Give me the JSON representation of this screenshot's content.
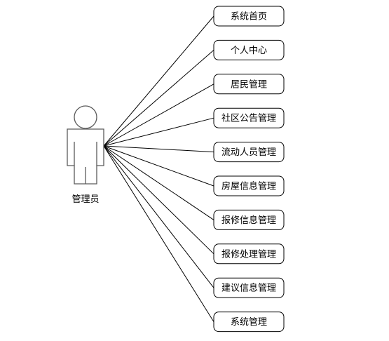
{
  "actor": {
    "name": "管理员",
    "icon": "person-icon"
  },
  "use_cases": [
    {
      "label": "系统首页"
    },
    {
      "label": "个人中心"
    },
    {
      "label": "居民管理"
    },
    {
      "label": "社区公告管理"
    },
    {
      "label": "流动人员管理"
    },
    {
      "label": "房屋信息管理"
    },
    {
      "label": "报修信息管理"
    },
    {
      "label": "报修处理管理"
    },
    {
      "label": "建议信息管理"
    },
    {
      "label": "系统管理"
    }
  ]
}
